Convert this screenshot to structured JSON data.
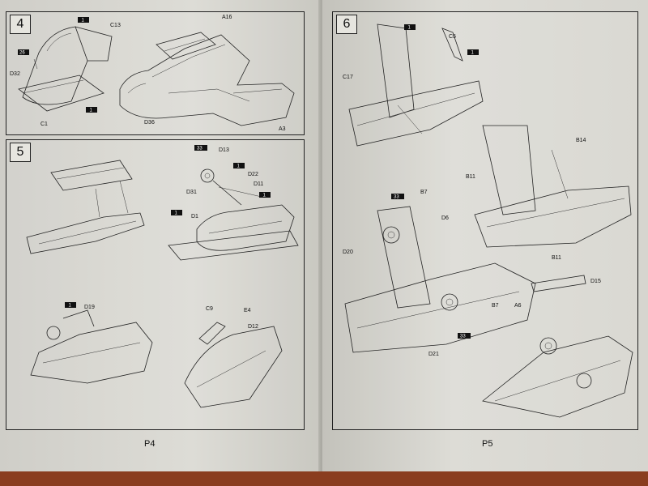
{
  "steps": {
    "s4": {
      "number": "4",
      "labels": [
        "C13",
        "D32",
        "C1",
        "A16",
        "D36",
        "A3"
      ],
      "badges": [
        "1",
        "26",
        "1"
      ]
    },
    "s5": {
      "number": "5",
      "labels": [
        "D13",
        "D22",
        "D31",
        "D11",
        "D1",
        "D19",
        "C9",
        "E4",
        "D12"
      ],
      "badges": [
        "33",
        "1",
        "1",
        "1",
        "1"
      ]
    },
    "s6": {
      "number": "6",
      "labels": [
        "C5",
        "C17",
        "B14",
        "B11",
        "B7",
        "D6",
        "D20",
        "B11",
        "B7",
        "D21",
        "D15",
        "A6"
      ],
      "badges": [
        "1",
        "1",
        "33",
        "33"
      ]
    }
  },
  "pages": {
    "left": "P4",
    "right": "P5"
  }
}
